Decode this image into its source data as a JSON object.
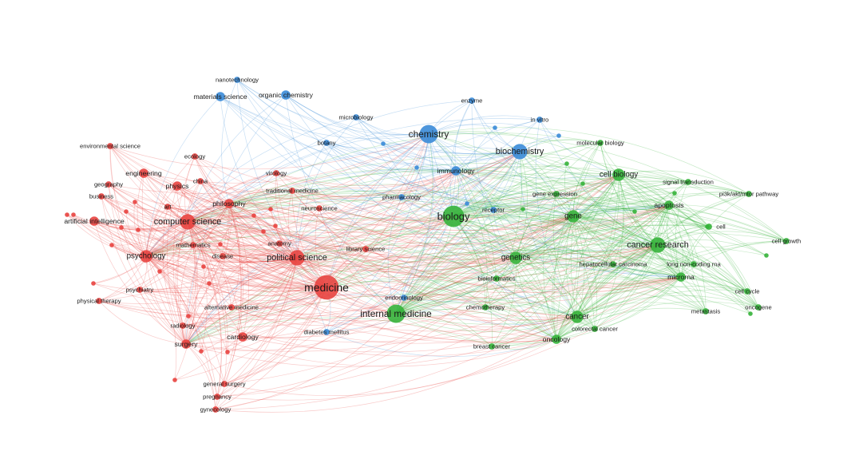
{
  "diagram": {
    "cluster_colors": {
      "red": "#e8433f",
      "blue": "#3a8bd8",
      "green": "#35b23a"
    },
    "keywords": [
      {
        "id": "nanotechnology",
        "label": "nanotechnology",
        "cluster": "blue",
        "weight": 1
      },
      {
        "id": "materials-science",
        "label": "materials science",
        "cluster": "blue",
        "weight": 2
      },
      {
        "id": "organic-chemistry",
        "label": "organic chemistry",
        "cluster": "blue",
        "weight": 2
      },
      {
        "id": "enzyme",
        "label": "enzyme",
        "cluster": "blue",
        "weight": 1
      },
      {
        "id": "microbiology",
        "label": "microbiology",
        "cluster": "blue",
        "weight": 1
      },
      {
        "id": "in-vitro",
        "label": "in vitro",
        "cluster": "blue",
        "weight": 1
      },
      {
        "id": "chemistry",
        "label": "chemistry",
        "cluster": "blue",
        "weight": 5
      },
      {
        "id": "botany",
        "label": "botany",
        "cluster": "blue",
        "weight": 1
      },
      {
        "id": "biochemistry",
        "label": "biochemistry",
        "cluster": "blue",
        "weight": 4
      },
      {
        "id": "molecular-biology",
        "label": "molecular biology",
        "cluster": "green",
        "weight": 1
      },
      {
        "id": "immunology",
        "label": "immunology",
        "cluster": "blue",
        "weight": 2
      },
      {
        "id": "pharmacology",
        "label": "pharmacology",
        "cluster": "blue",
        "weight": 1
      },
      {
        "id": "traditional-medicine",
        "label": "traditional medicine",
        "cluster": "red",
        "weight": 1
      },
      {
        "id": "cell-biology",
        "label": "cell biology",
        "cluster": "green",
        "weight": 3
      },
      {
        "id": "signal-transduction",
        "label": "signal transduction",
        "cluster": "green",
        "weight": 1
      },
      {
        "id": "gene-expression",
        "label": "gene expression",
        "cluster": "green",
        "weight": 1
      },
      {
        "id": "pi3k-pathway",
        "label": "pi3k/akt/mtor pathway",
        "cluster": "green",
        "weight": 1
      },
      {
        "id": "apoptosis",
        "label": "apoptosis",
        "cluster": "green",
        "weight": 2
      },
      {
        "id": "biology",
        "label": "biology",
        "cluster": "green",
        "weight": 6
      },
      {
        "id": "receptor",
        "label": "receptor",
        "cluster": "blue",
        "weight": 1
      },
      {
        "id": "gene",
        "label": "gene",
        "cluster": "green",
        "weight": 3
      },
      {
        "id": "cell",
        "label": "cell",
        "cluster": "green",
        "weight": 1
      },
      {
        "id": "cell-growth",
        "label": "cell growth",
        "cluster": "green",
        "weight": 1
      },
      {
        "id": "cancer-research",
        "label": "cancer research",
        "cluster": "green",
        "weight": 4
      },
      {
        "id": "genetics",
        "label": "genetics",
        "cluster": "green",
        "weight": 3
      },
      {
        "id": "hepatocellular-carcinoma",
        "label": "hepatocellular carcinoma",
        "cluster": "green",
        "weight": 1
      },
      {
        "id": "long-non-coding-rna",
        "label": "long non-coding rna",
        "cluster": "green",
        "weight": 1
      },
      {
        "id": "microrna",
        "label": "microrna",
        "cluster": "green",
        "weight": 2
      },
      {
        "id": "bioinformatics",
        "label": "bioinformatics",
        "cluster": "green",
        "weight": 1
      },
      {
        "id": "cell-cycle",
        "label": "cell cycle",
        "cluster": "green",
        "weight": 1
      },
      {
        "id": "oncogene",
        "label": "oncogene",
        "cluster": "green",
        "weight": 1
      },
      {
        "id": "metastasis",
        "label": "metastasis",
        "cluster": "green",
        "weight": 1
      },
      {
        "id": "endocrinology",
        "label": "endocrinology",
        "cluster": "blue",
        "weight": 1
      },
      {
        "id": "chemotherapy",
        "label": "chemotherapy",
        "cluster": "green",
        "weight": 1
      },
      {
        "id": "internal-medicine",
        "label": "internal medicine",
        "cluster": "green",
        "weight": 5
      },
      {
        "id": "cancer",
        "label": "cancer",
        "cluster": "green",
        "weight": 3
      },
      {
        "id": "colorectal-cancer",
        "label": "colorectal cancer",
        "cluster": "green",
        "weight": 1
      },
      {
        "id": "oncology",
        "label": "oncology",
        "cluster": "green",
        "weight": 2
      },
      {
        "id": "breast-cancer",
        "label": "breast cancer",
        "cluster": "green",
        "weight": 1
      },
      {
        "id": "diabetes-mellitus",
        "label": "diabetes mellitus",
        "cluster": "blue",
        "weight": 1
      },
      {
        "id": "environmental-science",
        "label": "environmental science",
        "cluster": "red",
        "weight": 1
      },
      {
        "id": "ecology",
        "label": "ecology",
        "cluster": "red",
        "weight": 1
      },
      {
        "id": "virology",
        "label": "virology",
        "cluster": "red",
        "weight": 1
      },
      {
        "id": "engineering",
        "label": "engineering",
        "cluster": "red",
        "weight": 2
      },
      {
        "id": "physics",
        "label": "physics",
        "cluster": "red",
        "weight": 2
      },
      {
        "id": "china",
        "label": "china",
        "cluster": "red",
        "weight": 1
      },
      {
        "id": "geography",
        "label": "geography",
        "cluster": "red",
        "weight": 1
      },
      {
        "id": "business",
        "label": "business",
        "cluster": "red",
        "weight": 1
      },
      {
        "id": "art",
        "label": "art",
        "cluster": "red",
        "weight": 1
      },
      {
        "id": "philosophy",
        "label": "philosophy",
        "cluster": "red",
        "weight": 2
      },
      {
        "id": "neuroscience",
        "label": "neuroscience",
        "cluster": "red",
        "weight": 1
      },
      {
        "id": "artificial-intelligence",
        "label": "artificial intelligence",
        "cluster": "red",
        "weight": 2
      },
      {
        "id": "computer-science",
        "label": "computer science",
        "cluster": "red",
        "weight": 4
      },
      {
        "id": "anatomy",
        "label": "anatomy",
        "cluster": "red",
        "weight": 1
      },
      {
        "id": "mathematics",
        "label": "mathematics",
        "cluster": "red",
        "weight": 1
      },
      {
        "id": "library-science",
        "label": "library science",
        "cluster": "red",
        "weight": 1
      },
      {
        "id": "psychology",
        "label": "psychology",
        "cluster": "red",
        "weight": 3
      },
      {
        "id": "disease",
        "label": "disease",
        "cluster": "red",
        "weight": 1
      },
      {
        "id": "political-science",
        "label": "political science",
        "cluster": "red",
        "weight": 4
      },
      {
        "id": "medicine",
        "label": "medicine",
        "cluster": "red",
        "weight": 7
      },
      {
        "id": "psychiatry",
        "label": "psychiatry",
        "cluster": "red",
        "weight": 1
      },
      {
        "id": "physical-therapy",
        "label": "physical therapy",
        "cluster": "red",
        "weight": 1
      },
      {
        "id": "alternative-medicine",
        "label": "alternative medicine",
        "cluster": "red",
        "weight": 1
      },
      {
        "id": "radiology",
        "label": "radiology",
        "cluster": "red",
        "weight": 1
      },
      {
        "id": "cardiology",
        "label": "cardiology",
        "cluster": "red",
        "weight": 2
      },
      {
        "id": "surgery",
        "label": "surgery",
        "cluster": "red",
        "weight": 2
      },
      {
        "id": "general-surgery",
        "label": "general surgery",
        "cluster": "red",
        "weight": 1
      },
      {
        "id": "pregnancy",
        "label": "pregnancy",
        "cluster": "red",
        "weight": 1
      },
      {
        "id": "gynecology",
        "label": "gynecology",
        "cluster": "red",
        "weight": 1
      }
    ]
  }
}
